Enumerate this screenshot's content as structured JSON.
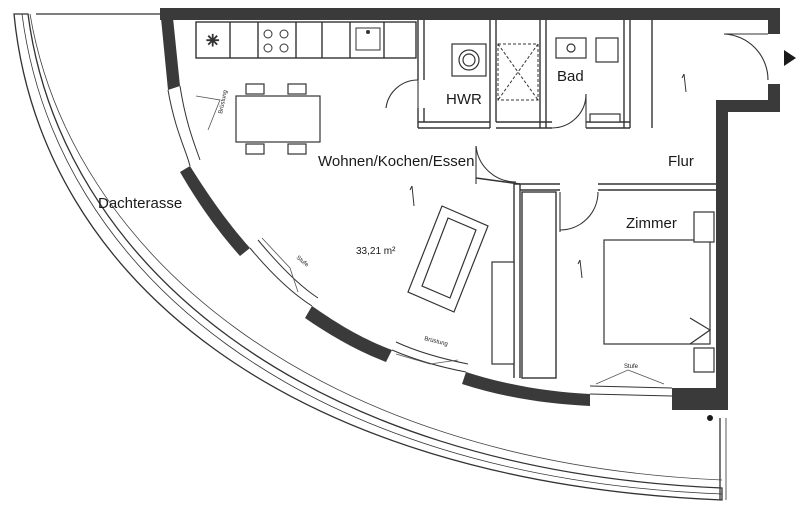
{
  "rooms": {
    "terrace": "Dachterasse",
    "living": "Wohnen/Kochen/Essen",
    "area": "33,21 m²",
    "utility": "HWR",
    "bath": "Bad",
    "hall": "Flur",
    "bedroom": "Zimmer"
  },
  "annotations": {
    "railing_1": "Brüstung",
    "railing_2": "Brüstung",
    "step_1": "Stufe",
    "step_2": "Stufe"
  },
  "colors": {
    "wall": "#3a3a3a",
    "line": "#333333",
    "background": "#ffffff"
  }
}
